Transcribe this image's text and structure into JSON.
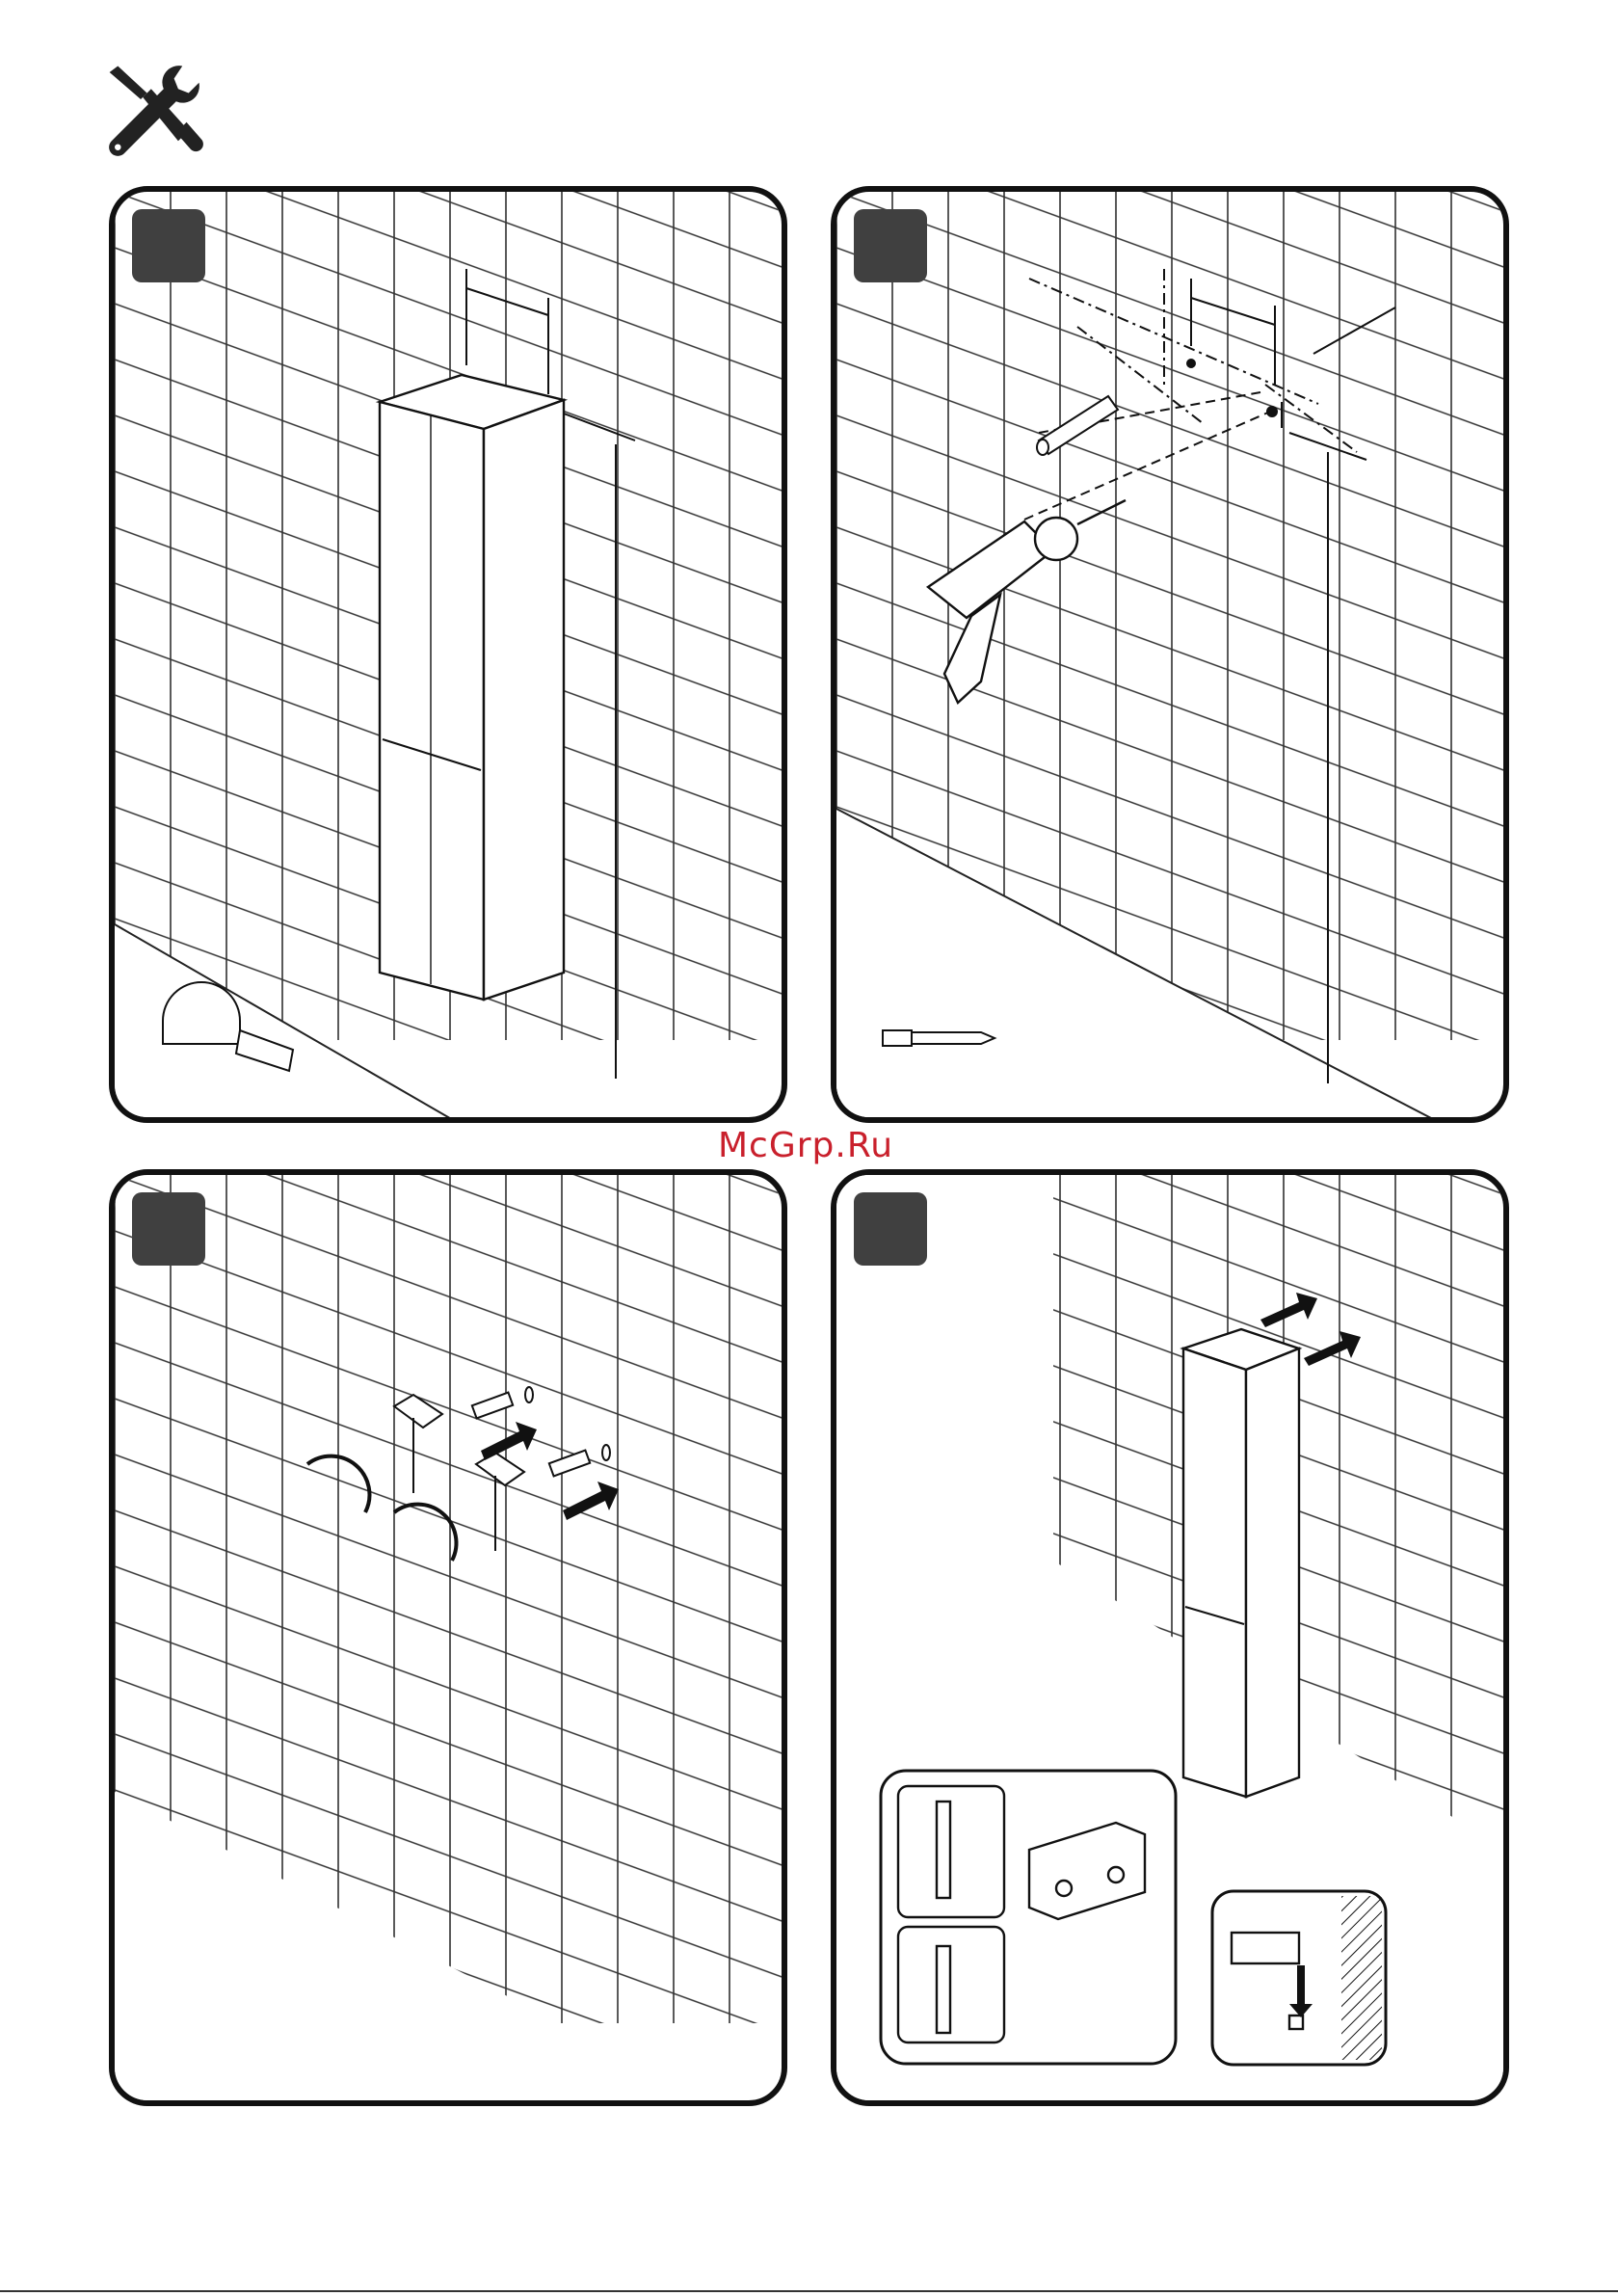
{
  "watermark": "McGrp.Ru",
  "steps": [
    {
      "tool": "tape-measure"
    },
    {
      "tool": "drill-bit"
    },
    {
      "tool": "screws"
    },
    {
      "tool": "hanging-brackets"
    }
  ],
  "colors": {
    "watermark": "#c9202c",
    "badge": "#404040",
    "line": "#111111"
  }
}
